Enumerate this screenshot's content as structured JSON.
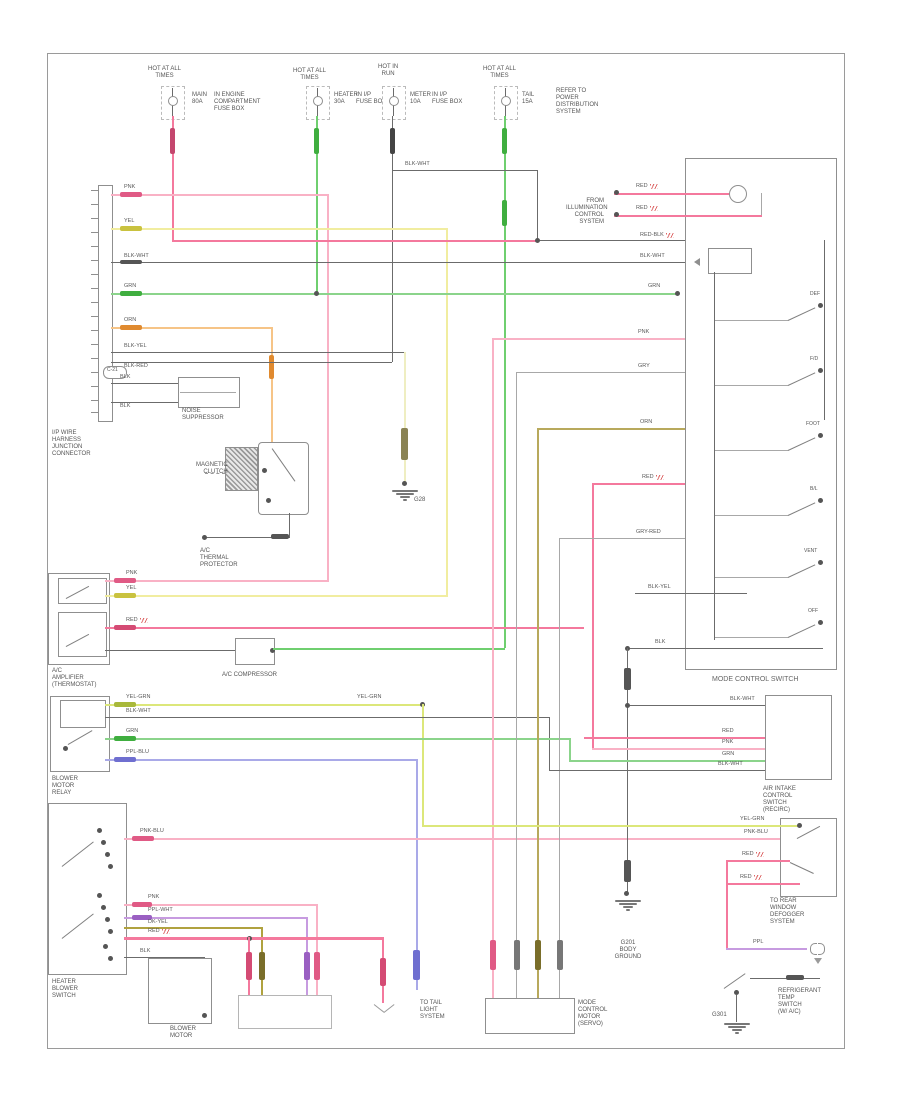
{
  "palette": {
    "pink": "#f9b1c5",
    "rose": "#f4799d",
    "yellow": "#f1eda0",
    "yellow_green": "#dce77a",
    "green": "#8bd48b",
    "orange": "#f6c487",
    "olive": "#b8a95c",
    "purple": "#c79be0",
    "blue_violet": "#a9a9e8",
    "dark_yellow": "#b0a23f",
    "black_wire": "#6b6b6b",
    "gray_wire": "#a8a8a8"
  },
  "labels": {
    "st1": {
      "hot": [
        "HOT AT ALL",
        "TIMES"
      ],
      "fuse": [
        "MAIN",
        "80A"
      ],
      "loc": [
        "IN ENGINE",
        "COMPARTMENT",
        "FUSE BOX"
      ]
    },
    "st2": {
      "hot": [
        "HOT AT ALL",
        "TIMES"
      ],
      "fuse": [
        "HEATER",
        "30A"
      ],
      "loc": [
        "IN I/P",
        "FUSE BOX"
      ]
    },
    "st3": {
      "hot": [
        "HOT IN",
        "RUN"
      ],
      "fuse": [
        "METER",
        "10A"
      ],
      "loc": [
        "IN I/P",
        "FUSE BOX"
      ]
    },
    "st4": {
      "hot": [
        "HOT AT ALL",
        "TIMES"
      ],
      "fuse": [
        "TAIL",
        "15A"
      ],
      "loc": [
        "REFER TO",
        "POWER",
        "DISTRIBUTION",
        "SYSTEM"
      ]
    },
    "junction": [
      "I/P WIRE",
      "HARNESS",
      "JUNCTION",
      "CONNECTOR"
    ],
    "module": [
      "NOISE",
      "SUPPRESSOR"
    ],
    "c21": "C-21",
    "magclutch": [
      "MAGNETIC",
      "CLUTCH"
    ],
    "thermal": [
      "A/C",
      "THERMAL",
      "PROTECTOR"
    ],
    "g28": "G28",
    "amp": [
      "A/C",
      "AMPLIFIER",
      "(THERMOSTAT)"
    ],
    "compressor": "A/C COMPRESSOR",
    "relay2": [
      "BLOWER",
      "MOTOR",
      "RELAY"
    ],
    "blowersw": [
      "HEATER",
      "BLOWER",
      "SWITCH"
    ],
    "blowermotor": [
      "BLOWER",
      "MOTOR"
    ],
    "modemotor": [
      "MODE",
      "CONTROL",
      "MOTOR",
      "(SERVO)"
    ],
    "g201": [
      "G201",
      "BODY",
      "GROUND"
    ],
    "modeswitch": "MODE CONTROL SWITCH",
    "illum": [
      "FROM",
      "ILLUMINATION",
      "CONTROL",
      "SYSTEM"
    ],
    "intake": [
      "AIR INTAKE",
      "CONTROL",
      "SWITCH",
      "(RECIRC)"
    ],
    "defog": [
      "TO REAR",
      "WINDOW",
      "DEFOGGER",
      "SYSTEM"
    ],
    "tail": [
      "TO TAIL",
      "LIGHT",
      "SYSTEM"
    ],
    "refsw": [
      "REFRIGERANT",
      "TEMP",
      "SWITCH",
      "(W/ A/C)"
    ],
    "g301": "G301",
    "modepos": [
      "DEF",
      "F/D",
      "FOOT",
      "B/L",
      "VENT",
      "OFF"
    ]
  },
  "wl": {
    "a1": "PNK",
    "a2": "YEL",
    "a3": "BLK-WHT",
    "a4": "GRN",
    "a5": "ORN",
    "a6": "BLK-YEL",
    "a7": "BLK-RED",
    "a8": "BLK",
    "a9": "BLK",
    "i1": "BLK-WHT",
    "b1": "RED",
    "b2": "RED",
    "b3": "RED-BLK",
    "b4": "BLK-WHT",
    "b5": "GRN",
    "c1": "PNK",
    "c2": "GRY",
    "c3": "ORN",
    "c4": "RED",
    "c5": "GRY-RED",
    "c6": "BLK-YEL",
    "c7": "BLK",
    "d1": "PNK",
    "d2": "YEL",
    "d3": "RED",
    "e1": "YEL-GRN",
    "e2": "YEL-GRN",
    "e3": "BLK-WHT",
    "e4": "GRN",
    "e5": "PPL-BLU",
    "f1": "BLK-WHT",
    "f2": "RED",
    "f3": "PNK",
    "f4": "GRN",
    "f5": "BLK-WHT",
    "g1": "YEL-GRN",
    "g2": "PNK-BLU",
    "g3": "RED",
    "g4": "RED",
    "g5": "PPL",
    "h1": "PNK-BLU",
    "h2": "PNK",
    "h3": "PPL-WHT",
    "h4": "DK-YEL",
    "h5": "RED",
    "h6": "BLK"
  }
}
